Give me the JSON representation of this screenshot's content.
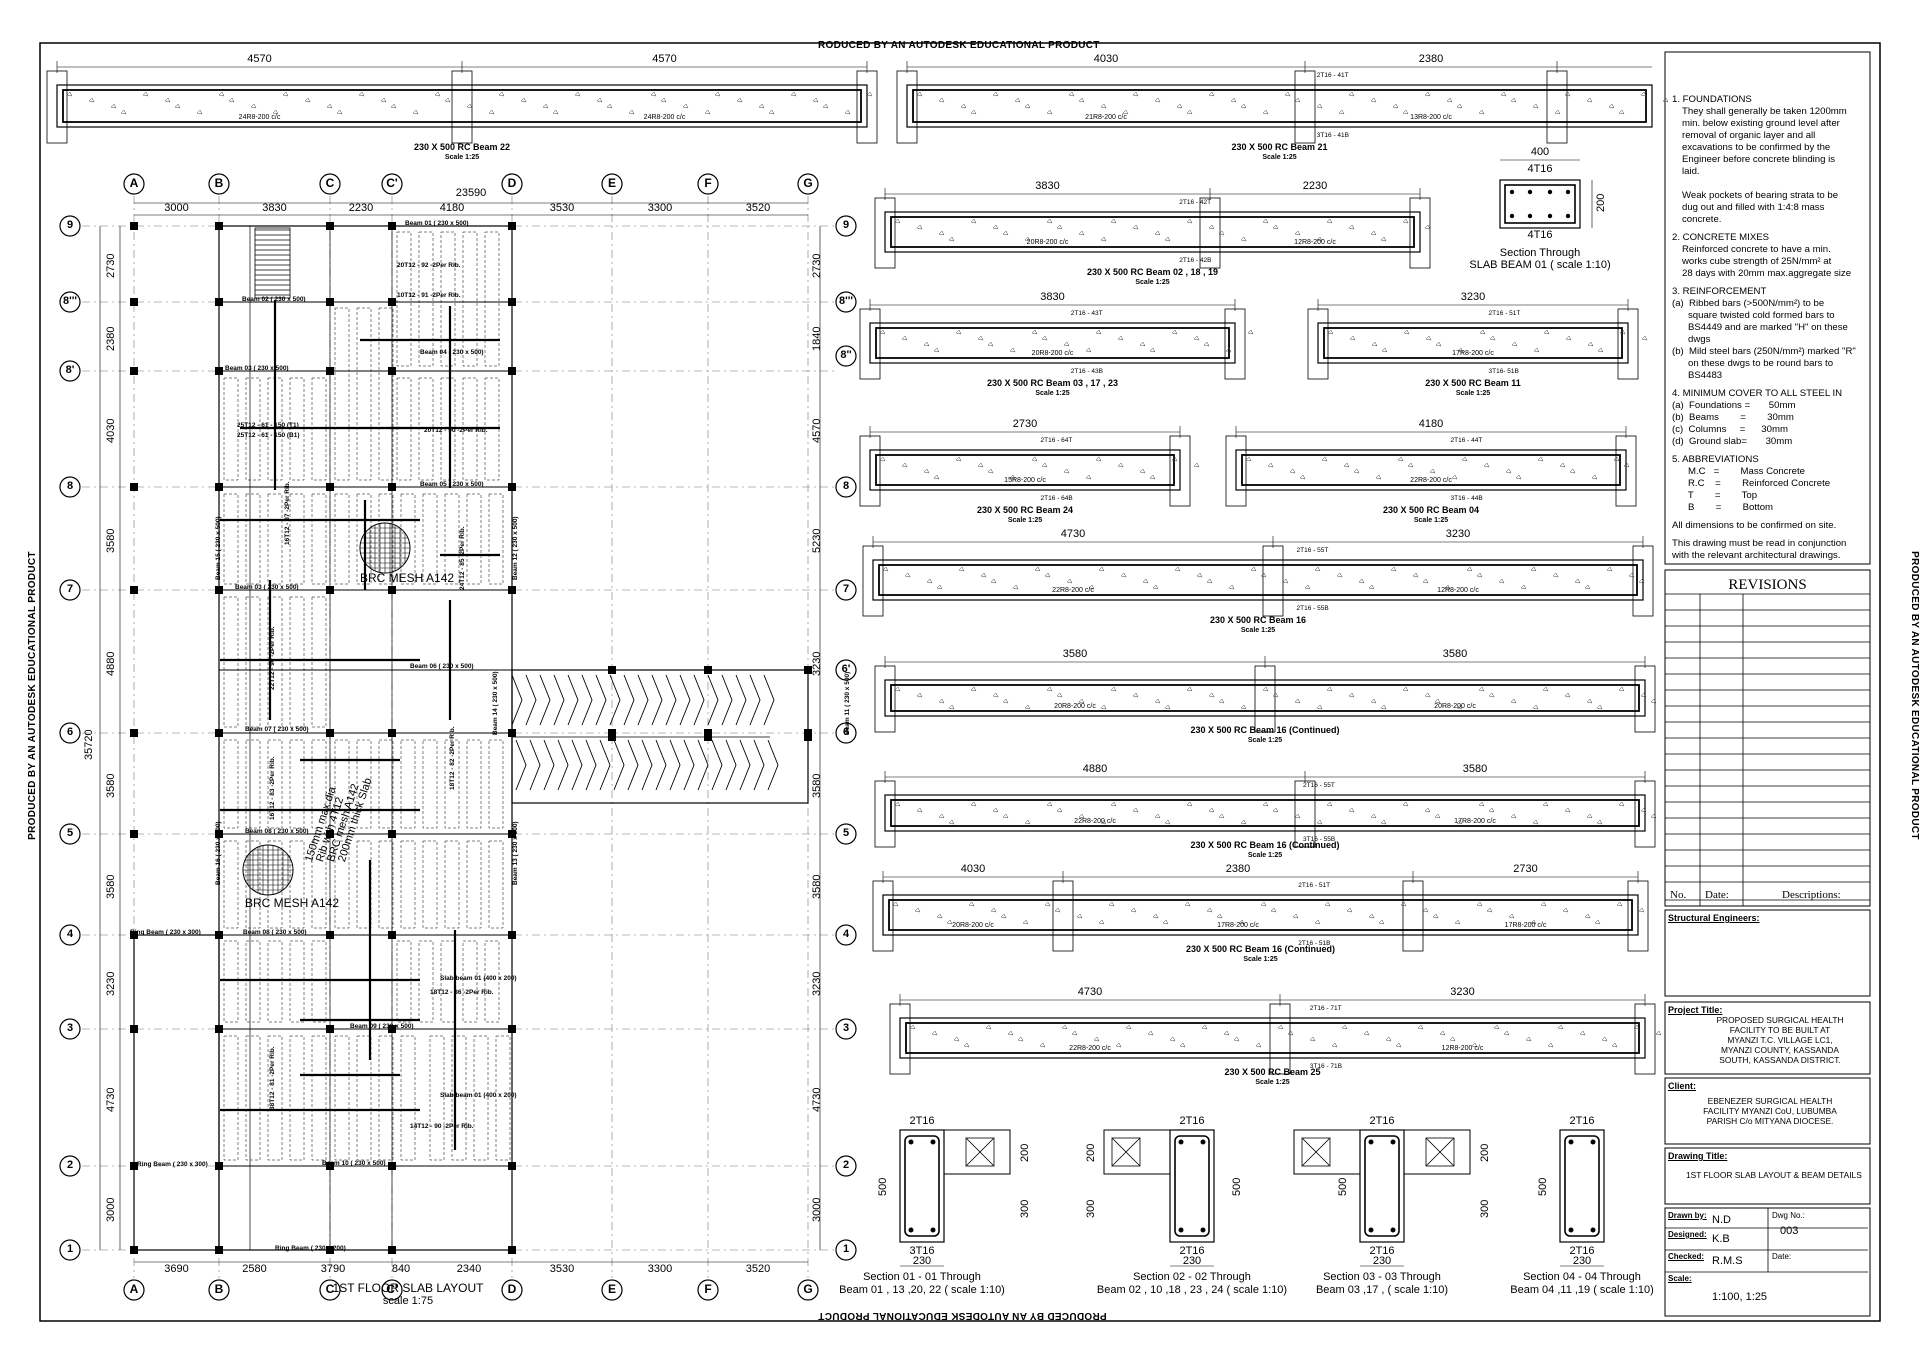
{
  "watermark": "PRODUCED BY AN AUTODESK EDUCATIONAL PRODUCT",
  "watermark_top": "RODUCED BY AN AUTODESK EDUCATIONAL PRODUCT",
  "plan": {
    "title": "1ST  FLOOR SLAB LAYOUT",
    "scale": "scale 1:75",
    "overall_width": "23590",
    "overall_height": "35720",
    "col_labels": [
      "A",
      "B",
      "C",
      "C'",
      "D",
      "E",
      "F",
      "G"
    ],
    "top_dims": [
      "3000",
      "3830",
      "2230",
      "4180",
      "3530",
      "3300",
      "3520"
    ],
    "bottom_dims": [
      "3690",
      "2580",
      "3790",
      "840",
      "2340",
      "3530",
      "3300",
      "3520"
    ],
    "row_labels": [
      "9",
      "8'''",
      "8'",
      "8",
      "7",
      "6",
      "5",
      "4",
      "3",
      "2",
      "1"
    ],
    "left_dims": [
      "2730",
      "2380",
      "4030",
      "3580",
      "4880",
      "3580",
      "3580",
      "3230",
      "4730",
      "3000"
    ],
    "right_labels": [
      "9",
      "8'''",
      "8''",
      "8",
      "7",
      "6'",
      "6",
      "5",
      "4",
      "3",
      "2",
      "1"
    ],
    "right_dims": [
      "2730",
      "1840",
      "4570",
      "5230",
      "3230",
      "3580",
      "3580",
      "3230",
      "4730",
      "3000"
    ],
    "beams": [
      "Beam 01 ( 230 x 500)",
      "Beam 02 ( 230 x 500)",
      "Beam 03 ( 230 x 500)",
      "Beam 04 ( 230 x 500)",
      "Beam 05 ( 230 x 500)",
      "Beam 03 ( 230 x 500)",
      "Beam 06 ( 230 x 500)",
      "Beam 07 ( 230 x 500)",
      "Beam 08 ( 230 x 500)",
      "Beam 08 ( 230 x 500)",
      "Beam 09 ( 230 x 500)",
      "Beam 10 ( 230 x 500)",
      "Ring Beam ( 230 x 300)",
      "Ring Beam ( 230 x 300)",
      "Ring Beam ( 230 x 200)",
      "Slab beam 01 (400 x 200)",
      "Slab beam 01 (400 x 200)"
    ],
    "rebar": [
      "20T12 - 92 -2Per Rib.",
      "10T12 - 91 -2Per Rib.",
      "25T12 - 61 - 150 (T1)",
      "25T12 - 61 - 150 (B1)",
      "20T12 - 90 -2Per Rib.",
      "16T12 - 87 -2Per Rib.",
      "24T12 - 85 -2Per Rib.",
      "22T12 - 90 -2Per Rib.",
      "16T12 - 83 -2Per Rib.",
      "18T12 - 82 -2Per Rib.",
      "18T12 - 86 -2Per Rib.",
      "38T12 - 81 -2Per Rib.",
      "14T12 - 90 -2Per Rib."
    ],
    "mesh": [
      "BRC MESH A142",
      "BRC MESH A142"
    ],
    "slab_note": [
      "150mm max.dia",
      "Rib with 4T12",
      "BRC mesh A142",
      "200mm thick Slab"
    ]
  },
  "beam_details": [
    {
      "label": "230 X 500 RC Beam  22",
      "scale": "Scale 1:25",
      "spans": [
        "4570",
        "4570"
      ],
      "bars": [
        "24R8-200 c/c",
        "24R8-200 c/c"
      ],
      "tags": []
    },
    {
      "label": "230 X 500 RC Beam 21",
      "scale": "Scale 1:25",
      "spans": [
        "4030",
        "2380"
      ],
      "bars": [
        "21R8-200 c/c",
        "13R8-200 c/c"
      ],
      "tags": [
        "2T16 - 41T",
        "3T16 - 41B"
      ]
    },
    {
      "label": "230 X 500 RC Beam  02 , 18 , 19",
      "scale": "Scale 1:25",
      "spans": [
        "3830",
        "2230"
      ],
      "bars": [
        "20R8-200 c/c",
        "12R8-200 c/c"
      ],
      "tags": [
        "2T16 - 42T",
        "2T16 - 42B"
      ]
    },
    {
      "label": "230 X 500 RC Beam  03 , 17 , 23",
      "scale": "Scale 1:25",
      "spans": [
        "3830"
      ],
      "bars": [
        "20R8-200 c/c"
      ],
      "tags": [
        "2T16 - 43T",
        "2T16 - 43B"
      ]
    },
    {
      "label": "230 X 500 RC Beam 11",
      "scale": "Scale 1:25",
      "spans": [
        "3230"
      ],
      "bars": [
        "17R8-200 c/c"
      ],
      "tags": [
        "2T16 - 51T",
        "3T16- 51B"
      ]
    },
    {
      "label": "230 X 500 RC Beam 24",
      "scale": "Scale 1:25",
      "spans": [
        "2730"
      ],
      "bars": [
        "15R8-200 c/c"
      ],
      "tags": [
        "2T16 - 64T",
        "2T16 - 64B"
      ]
    },
    {
      "label": "230 X 500 RC Beam 04",
      "scale": "Scale 1:25",
      "spans": [
        "4180"
      ],
      "bars": [
        "22R8-200 c/c"
      ],
      "tags": [
        "2T16 - 44T",
        "3T16 - 44B"
      ]
    },
    {
      "label": "230 X 500 RC Beam 16",
      "scale": "Scale 1:25",
      "spans": [
        "4730",
        "3230"
      ],
      "bars": [
        "22R8-200 c/c",
        "12R8-200 c/c"
      ],
      "tags": [
        "2T16 - 55T",
        "2T16 - 55B"
      ]
    },
    {
      "label": "230 X 500 RC Beam 16 (Continued)",
      "scale": "Scale 1:25",
      "spans": [
        "3580",
        "3580"
      ],
      "bars": [
        "20R8-200 c/c",
        "20R8-200 c/c"
      ],
      "tags": []
    },
    {
      "label": "230 X 500 RC Beam 16 (Continued)",
      "scale": "Scale 1:25",
      "spans": [
        "4880",
        "3580"
      ],
      "bars": [
        "22R8-200 c/c",
        "17R8-200 c/c"
      ],
      "tags": [
        "2T16 - 55T",
        "3T16 - 55B"
      ]
    },
    {
      "label": "230 X 500 RC Beam 16 (Continued)",
      "scale": "Scale 1:25",
      "spans": [
        "4030",
        "2380",
        "2730"
      ],
      "bars": [
        "20R8-200 c/c",
        "17R8-200 c/c",
        "17R8-200 c/c"
      ],
      "tags": [
        "2T16 - 51T",
        "2T16 - 51B"
      ]
    },
    {
      "label": "230 X 500 RC Beam 25",
      "scale": "Scale 1:25",
      "spans": [
        "4730",
        "3230"
      ],
      "bars": [
        "22R8-200 c/c",
        "12R8-200 c/c"
      ],
      "tags": [
        "2T16 - 71T",
        "3T16 - 71B"
      ]
    }
  ],
  "slab_beam_section": {
    "top": "4T16",
    "bottom": "4T16",
    "width": "400",
    "height": "200",
    "title": "Section  Through",
    "subtitle": "SLAB BEAM 01   ( scale 1:10)"
  },
  "sections": [
    {
      "top": "2T16",
      "bottom": "3T16",
      "h": "500",
      "h2": "200",
      "h3": "300",
      "w": "230",
      "title": "Section 01 - 01 Through",
      "sub": "Beam 01 , 13 ,20, 22  ( scale 1:10)"
    },
    {
      "top": "2T16",
      "bottom": "2T16",
      "h": "500",
      "h2": "200",
      "h3": "300",
      "w": "230",
      "title": "Section 02  - 02 Through",
      "sub": "Beam 02 , 10 ,18 , 23 , 24 ( scale 1:10)"
    },
    {
      "top": "2T16",
      "bottom": "2T16",
      "h": "500",
      "h2": "200",
      "h3": "300",
      "w": "230",
      "title": "Section  03 - 03 Through",
      "sub": "Beam 03 ,17 , ( scale 1:10)"
    },
    {
      "top": "2T16",
      "bottom": "2T16",
      "h": "500",
      "w": "230",
      "title": "Section 04  - 04 Through",
      "sub": "Beam  04 ,11 ,19 ( scale 1:10)"
    }
  ],
  "notes": {
    "n1_head": "1.  FOUNDATIONS",
    "n1_body": [
      "They shall generally be taken 1200mm",
      "min. below existing ground level after",
      "removal of organic layer and all",
      "excavations to be confirmed by the",
      "Engineer before concrete blinding is",
      "laid."
    ],
    "n1_body2": [
      "Weak pockets of bearing strata to be",
      "dug out and filled with 1:4:8 mass",
      "concrete."
    ],
    "n2_head": "2.  CONCRETE MIXES",
    "n2_body": [
      "Reinforced concrete to have a min.",
      "works cube strength of 25N/mm² at",
      "28 days with 20mm max.aggregate size"
    ],
    "n3_head": "3.  REINFORCEMENT",
    "n3_a": [
      "(a)  Ribbed bars (>500N/mm²) to be",
      "      square twisted cold formed bars to",
      "      BS4449 and are marked \"H\" on these",
      "      dwgs"
    ],
    "n3_b": [
      "(b)  Mild steel bars (250N/mm²) marked \"R\"",
      "      on these dwgs to be round bars to",
      "      BS4483"
    ],
    "n4_head": "4.  MINIMUM COVER TO ALL STEEL IN",
    "n4_items": [
      "(a)  Foundations =       50mm",
      "(b)  Beams        =        30mm",
      "(c)  Columns     =      30mm",
      "(d)  Ground slab=       30mm"
    ],
    "n5_head": "5.  ABBREVIATIONS",
    "n5_items": [
      "      M.C   =        Mass Concrete",
      "      R.C    =        Reinforced Concrete",
      "      T        =        Top",
      "      B        =        Bottom"
    ],
    "n6": "All dimensions to be confirmed on site.",
    "n7": [
      "This drawing must be read in conjunction",
      "with the relevant architectural drawings."
    ]
  },
  "titleblock": {
    "revisions": "REVISIONS",
    "rev_cols": [
      "No.",
      "Date:",
      "Descriptions:"
    ],
    "structural": "Structural Engineers:",
    "project_label": "Project Title:",
    "project": [
      "PROPOSED SURGICAL HEALTH",
      "FACILITY TO BE BUILT AT",
      "MYANZI T.C. VILLAGE LC1,",
      "MYANZI COUNTY, KASSANDA",
      "SOUTH, KASSANDA DISTRICT."
    ],
    "client_label": "Client:",
    "client": [
      "EBENEZER SURGICAL HEALTH",
      "FACILITY MYANZI CoU, LUBUMBA",
      "PARISH C/o MITYANA DIOCESE."
    ],
    "drawing_label": "Drawing Title:",
    "drawing": "1ST FLOOR SLAB LAYOUT & BEAM DETAILS",
    "drawn_label": "Drawn by:",
    "drawn": "N.D",
    "dwg_label": "Dwg No.:",
    "dwg": "003",
    "designed_label": "Designed:",
    "designed": "K.B",
    "checked_label": "Checked:",
    "checked": "R.M.S",
    "date_label": "Date:",
    "scale_label": "Scale:",
    "scale": "1:100, 1:25"
  }
}
